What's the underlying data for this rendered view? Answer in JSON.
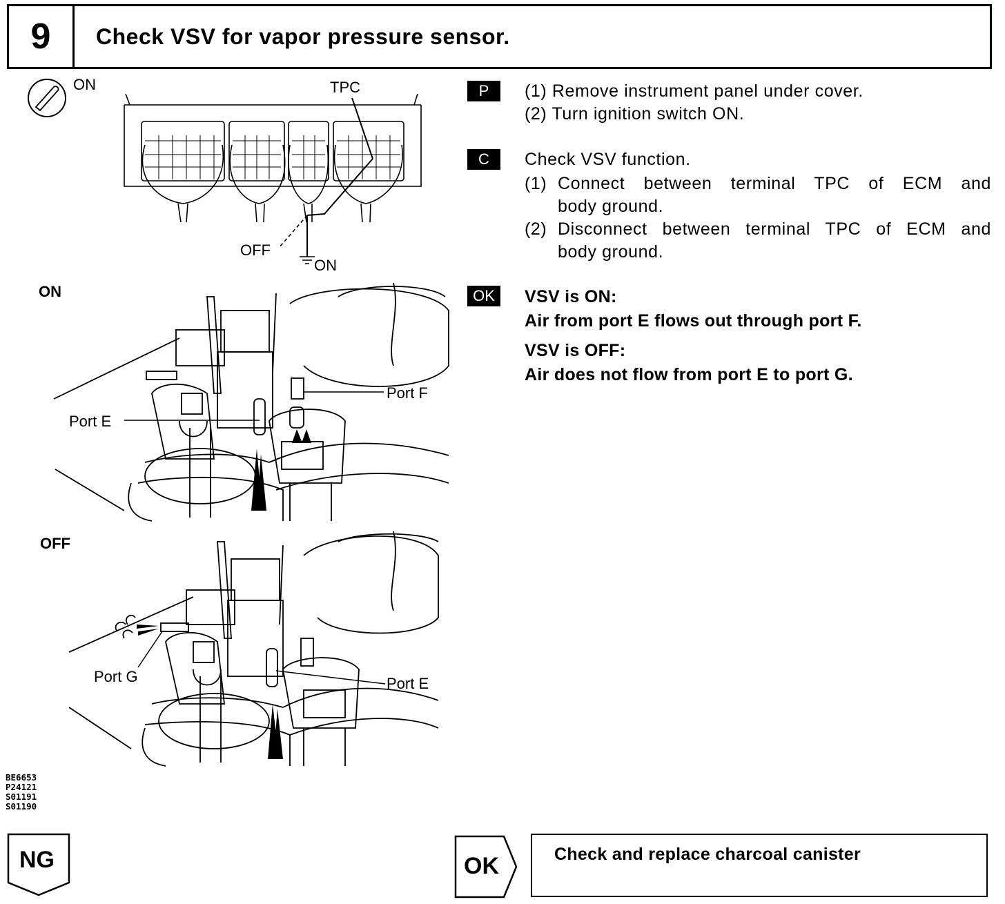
{
  "header": {
    "step_number": "9",
    "title": "Check VSV for vapor pressure sensor."
  },
  "figure_ecm": {
    "ignition_label": "ON",
    "tpc_label": "TPC",
    "off_label": "OFF",
    "on_label": "ON"
  },
  "figure_on": {
    "label": "ON",
    "port_e": "Port E",
    "port_f": "Port F"
  },
  "figure_off": {
    "label": "OFF",
    "port_g": "Port G",
    "port_e": "Port E"
  },
  "figure_codes": [
    "BE6653",
    "P24121",
    "S01191",
    "S01190"
  ],
  "prep": {
    "badge": "P",
    "steps": [
      "(1) Remove instrument panel under cover.",
      "(2) Turn ignition switch ON."
    ]
  },
  "check": {
    "badge": "C",
    "title": "Check VSV function.",
    "step1_num": "(1)",
    "step1_line1": "Connect between terminal TPC of ECM and",
    "step1_line2": "body ground.",
    "step2_num": "(2)",
    "step2_line1": "Disconnect between terminal TPC of ECM and",
    "step2_line2": "body ground."
  },
  "ok_result": {
    "badge": "OK",
    "on_title": "VSV is ON:",
    "on_text": "Air from port E flows out through port F.",
    "off_title": "VSV is OFF:",
    "off_text": "Air does not flow from port E to port G."
  },
  "results": {
    "ng_label": "NG",
    "ok_label": "OK",
    "ok_action": "Check and replace charcoal canister"
  }
}
